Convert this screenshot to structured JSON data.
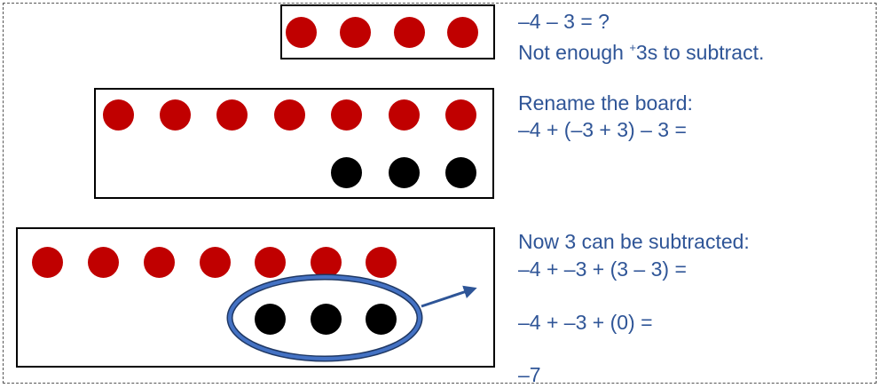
{
  "colors": {
    "positive_counter": "#c00000",
    "negative_counter": "#000000",
    "text": "#2f5597",
    "highlight_ring": "#2e5597"
  },
  "steps": [
    {
      "positive_count": 4,
      "negative_count": 0,
      "lines": [
        "–4 – 3 = ?"
      ],
      "note": {
        "before": "Not enough ",
        "sup": "+",
        "after": "3s to subtract."
      }
    },
    {
      "positive_count": 7,
      "negative_count": 3,
      "lines": [
        "Rename the board:",
        "–4 + (–3 + 3) – 3 ="
      ]
    },
    {
      "positive_count": 7,
      "negative_count": 3,
      "circled": "negative_counters",
      "lines": [
        "Now 3 can be subtracted:",
        "–4 + –3 + (3 – 3) =",
        "–4 + –3 + (0) =",
        "–7"
      ]
    }
  ]
}
